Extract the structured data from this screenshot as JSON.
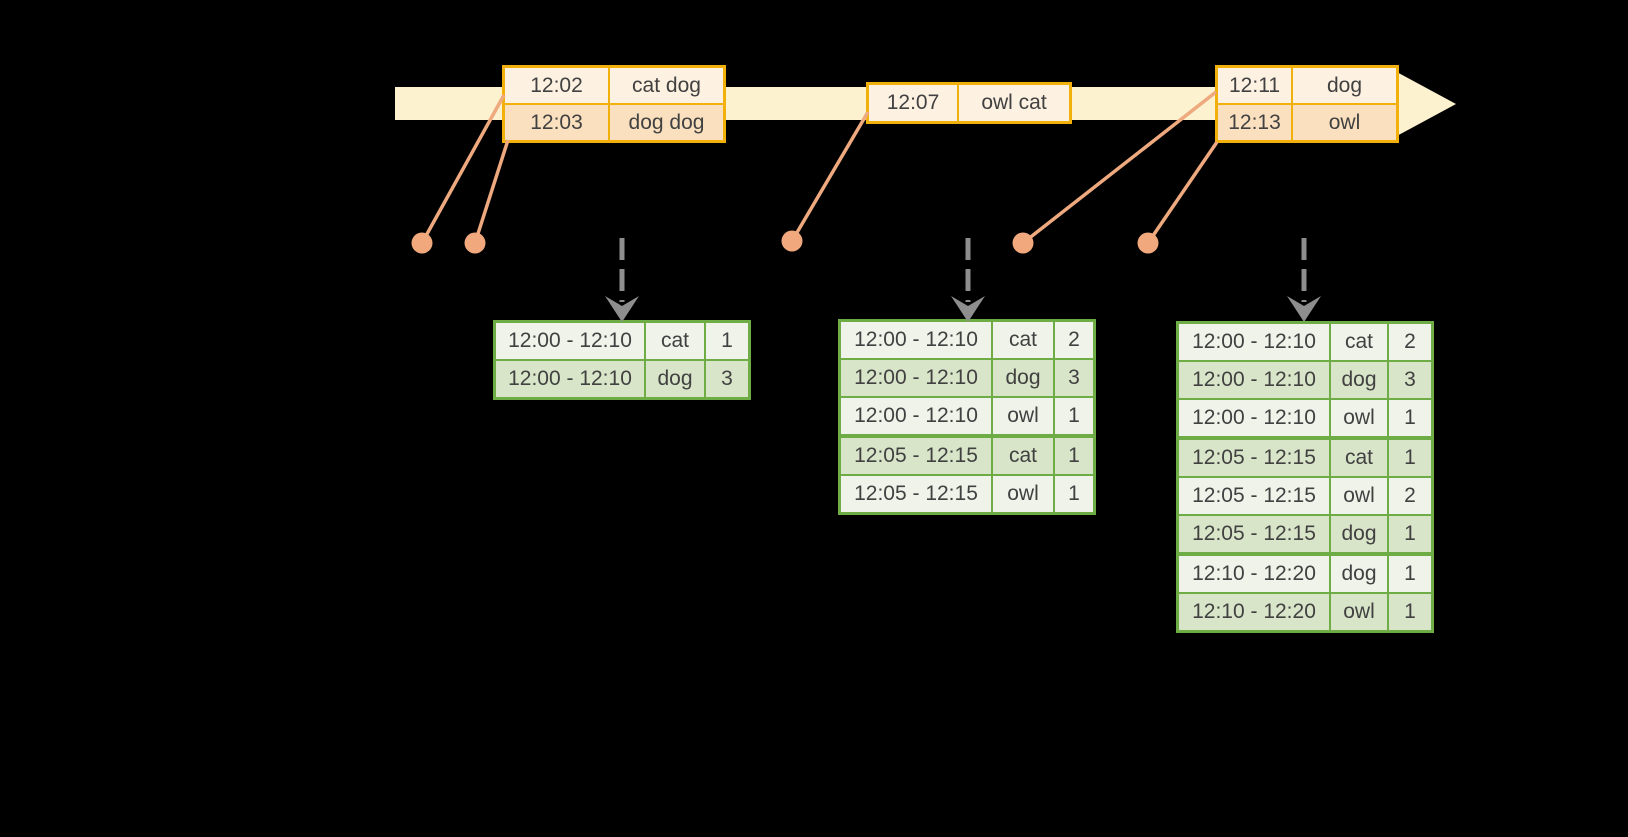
{
  "diagram": {
    "name": "windowed-grouped-aggregation-timeline",
    "background": "#000000",
    "event_marker_count": 5,
    "trigger_arrow_count": 3
  },
  "colors": {
    "timeline_fill": "#FCF2CF",
    "event_table_border": "#F2B10A",
    "event_row_dark": "#FAE0BE",
    "event_row_light": "#FDF1E1",
    "connector_salmon": "#EFA97E",
    "trigger_arrow_gray": "#8E8E8E",
    "result_table_border": "#6EAD45",
    "result_row_dark": "#D9E5C9",
    "result_row_light": "#EFF3EA",
    "text": "#414141"
  },
  "icons": {
    "timeline_arrowhead": "right-arrowhead",
    "trigger_arrow": "dashed-down-arrow",
    "event_marker": "dot"
  },
  "event_tables": [
    {
      "rows": [
        {
          "time": "12:02",
          "words": "cat dog"
        },
        {
          "time": "12:03",
          "words": "dog dog"
        }
      ]
    },
    {
      "rows": [
        {
          "time": "12:07",
          "words": "owl cat"
        }
      ]
    },
    {
      "rows": [
        {
          "time": "12:11",
          "words": "dog"
        },
        {
          "time": "12:13",
          "words": "owl"
        }
      ]
    }
  ],
  "result_tables": [
    {
      "group_breaks": [],
      "rows": [
        {
          "window": "12:00 - 12:10",
          "word": "cat",
          "count": "1"
        },
        {
          "window": "12:00 - 12:10",
          "word": "dog",
          "count": "3"
        }
      ]
    },
    {
      "group_breaks": [
        3
      ],
      "rows": [
        {
          "window": "12:00 - 12:10",
          "word": "cat",
          "count": "2"
        },
        {
          "window": "12:00 - 12:10",
          "word": "dog",
          "count": "3"
        },
        {
          "window": "12:00 - 12:10",
          "word": "owl",
          "count": "1"
        },
        {
          "window": "12:05 - 12:15",
          "word": "cat",
          "count": "1"
        },
        {
          "window": "12:05 - 12:15",
          "word": "owl",
          "count": "1"
        }
      ]
    },
    {
      "group_breaks": [
        3,
        6
      ],
      "rows": [
        {
          "window": "12:00 - 12:10",
          "word": "cat",
          "count": "2"
        },
        {
          "window": "12:00 - 12:10",
          "word": "dog",
          "count": "3"
        },
        {
          "window": "12:00 - 12:10",
          "word": "owl",
          "count": "1"
        },
        {
          "window": "12:05 - 12:15",
          "word": "cat",
          "count": "1"
        },
        {
          "window": "12:05 - 12:15",
          "word": "owl",
          "count": "2"
        },
        {
          "window": "12:05 - 12:15",
          "word": "dog",
          "count": "1"
        },
        {
          "window": "12:10 - 12:20",
          "word": "dog",
          "count": "1"
        },
        {
          "window": "12:10 - 12:20",
          "word": "owl",
          "count": "1"
        }
      ]
    }
  ]
}
